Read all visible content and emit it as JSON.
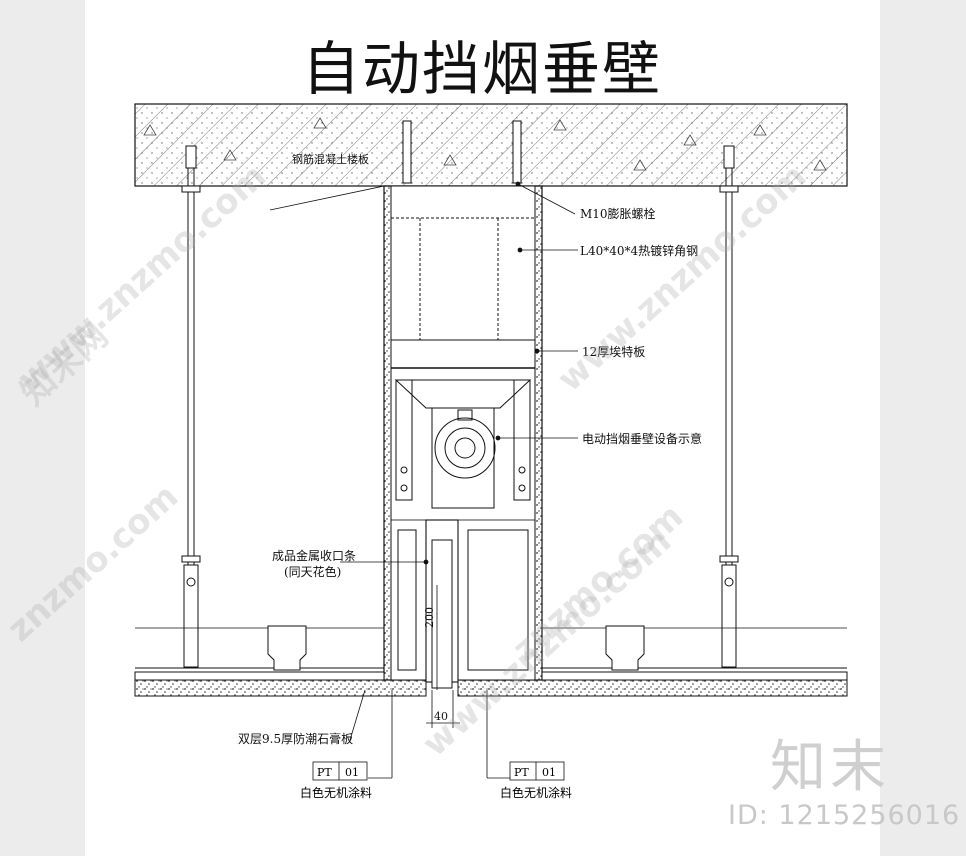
{
  "drawing": {
    "title": "自动挡烟垂壁",
    "labels": {
      "slab": "钢筋混凝土楼板",
      "bolt": "M10膨胀螺栓",
      "angle": "L40*40*4热镀锌角钢",
      "board": "12厚埃特板",
      "device": "电动挡烟垂壁设备示意",
      "trim_line1": "成品金属收口条",
      "trim_line2": "(同天花色)",
      "gypsum": "双层9.5厚防潮石膏板",
      "dim_vertical": "200",
      "dim_horizontal": "40"
    },
    "tags": [
      {
        "code": "PT",
        "num": "01",
        "desc": "白色无机涂料"
      },
      {
        "code": "PT",
        "num": "01",
        "desc": "白色无机涂料"
      }
    ]
  },
  "watermark": {
    "brand": "知末",
    "id_text": "ID: 1215256016",
    "site": "www.znzmo.com",
    "site_cn": "知末网",
    "domain": "znzmo.com"
  },
  "colors": {
    "line": "#111111",
    "background": "#ececec",
    "sheet": "#ffffff",
    "watermark": "#bbbbbb"
  }
}
